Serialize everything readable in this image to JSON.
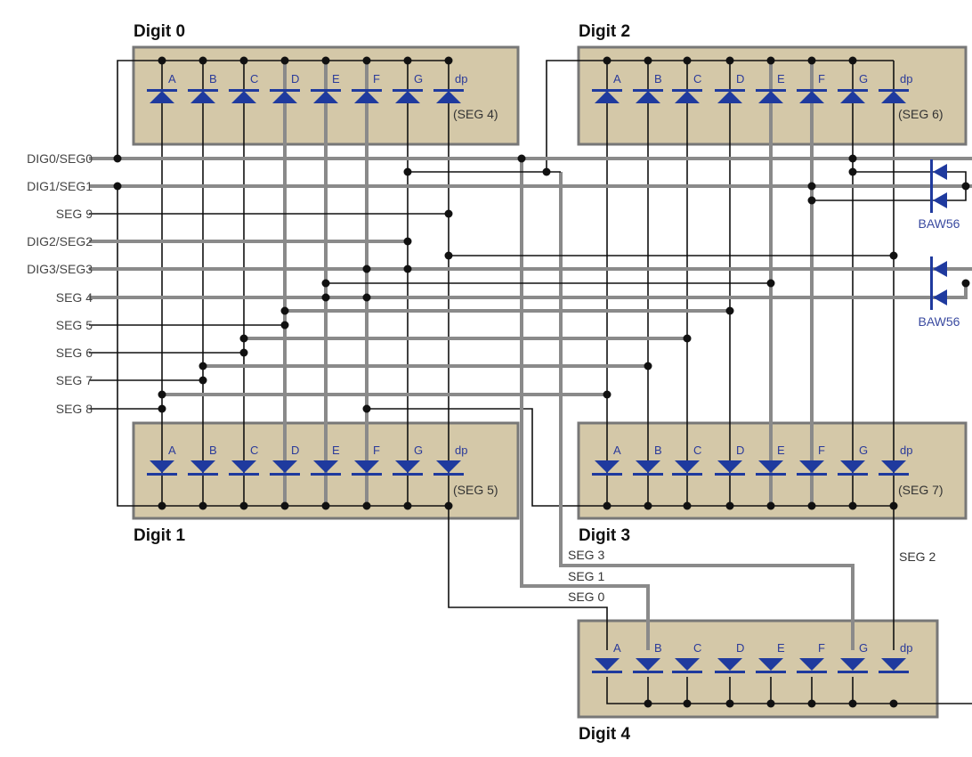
{
  "digits": [
    {
      "title": "Digit 0",
      "dp_note": "(SEG 4)"
    },
    {
      "title": "Digit 1",
      "dp_note": "(SEG 5)"
    },
    {
      "title": "Digit 2",
      "dp_note": "(SEG 6)"
    },
    {
      "title": "Digit 3",
      "dp_note": "(SEG 7)"
    },
    {
      "title": "Digit 4",
      "dp_note": ""
    }
  ],
  "segments": [
    "A",
    "B",
    "C",
    "D",
    "E",
    "F",
    "G",
    "dp"
  ],
  "row_labels": [
    "DIG0/SEG0",
    "DIG1/SEG1",
    "SEG 9",
    "DIG2/SEG2",
    "DIG3/SEG3",
    "SEG 4",
    "SEG 5",
    "SEG 6",
    "SEG 7",
    "SEG 8"
  ],
  "net_labels": {
    "seg3": "SEG 3",
    "seg1": "SEG 1",
    "seg0": "SEG 0",
    "seg2": "SEG 2"
  },
  "diode_parts": [
    "BAW56",
    "BAW56"
  ],
  "colors": {
    "box_fill": "#d4c8a8",
    "box_border": "#777777",
    "diode": "#1f3a9e",
    "wire": "#111111",
    "bus_wire": "#8a8a8a"
  }
}
